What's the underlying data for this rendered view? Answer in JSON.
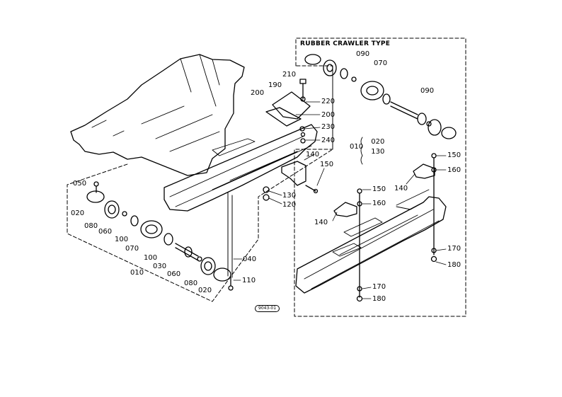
{
  "section_title": "RUBBER CRAWLER TYPE",
  "figure_id": "9043-01",
  "ref_group": {
    "parent": "010",
    "children": [
      "020",
      "130"
    ]
  },
  "labels": {
    "n210": "210",
    "n190": "190",
    "n200a": "200",
    "n220": "220",
    "n200b": "200",
    "n230": "230",
    "n240": "240",
    "n140a": "140",
    "n150a": "150",
    "n130": "130",
    "n120": "120",
    "n050": "050",
    "n020a": "020",
    "n080a": "080",
    "n060a": "060",
    "n100a": "100",
    "n070a": "070",
    "n100b": "100",
    "n030": "030",
    "n060b": "060",
    "n010": "010",
    "n080b": "080",
    "n020b": "020",
    "n040": "040",
    "n110": "110",
    "n090a": "090",
    "n070b": "070",
    "n090b": "090",
    "n150b": "150",
    "n160a": "160",
    "n140b": "140",
    "n150c": "150",
    "n160b": "160",
    "n140c": "140",
    "n170a": "170",
    "n180a": "180",
    "n170b": "170",
    "n180b": "180"
  }
}
